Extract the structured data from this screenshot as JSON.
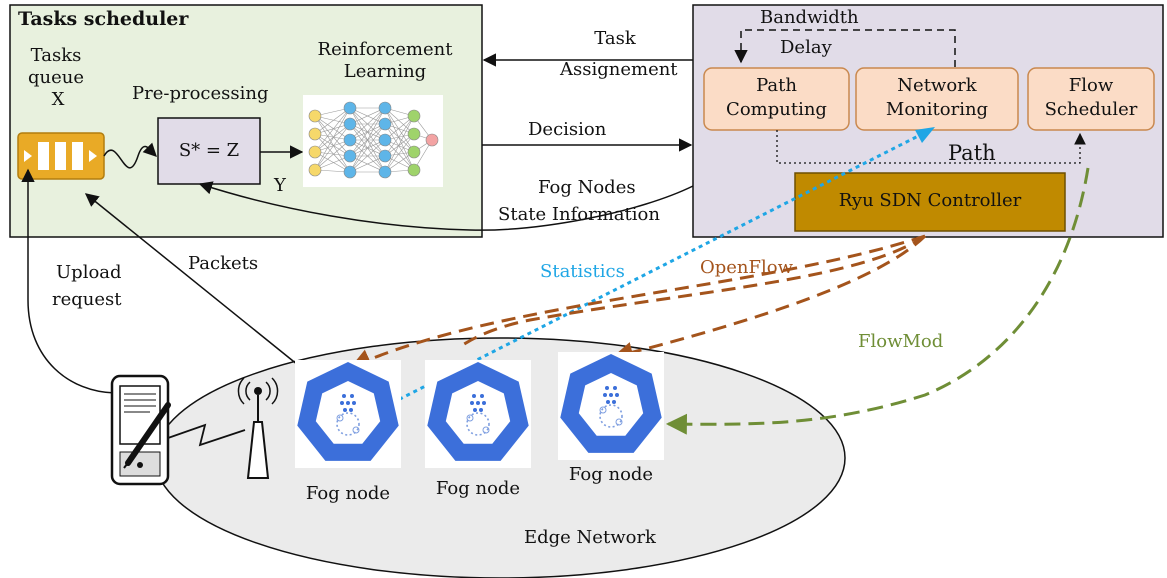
{
  "scheduler": {
    "title": "Tasks scheduler",
    "queue_label_line1": "Tasks",
    "queue_label_line2": "queue",
    "queue_var": "X",
    "preprocessing_label": "Pre-processing",
    "equation": "S* = Z",
    "y_label": "Y",
    "rl_label_line1": "Reinforcement",
    "rl_label_line2": "Learning"
  },
  "controller": {
    "bandwidth_label": "Bandwidth",
    "delay_label": "Delay",
    "path_computing_line1": "Path",
    "path_computing_line2": "Computing",
    "network_monitoring_line1": "Network",
    "network_monitoring_line2": "Monitoring",
    "flow_scheduler_line1": "Flow",
    "flow_scheduler_line2": "Scheduler",
    "path_label": "Path",
    "ryu_label": "Ryu SDN Controller"
  },
  "arrows": {
    "task_assignment_line1": "Task",
    "task_assignment_line2": "Assignement",
    "decision": "Decision",
    "fog_state_line1": "Fog Nodes",
    "fog_state_line2": "State Information",
    "upload_line1": "Upload",
    "upload_line2": "request",
    "packets": "Packets",
    "statistics": "Statistics",
    "openflow": "OpenFlow",
    "flowmod": "FlowMod"
  },
  "edge": {
    "fog_node_1": "Fog node",
    "fog_node_2": "Fog node",
    "fog_node_3": "Fog node",
    "network_label": "Edge Network"
  },
  "colors": {
    "scheduler_bg": "#e8f1de",
    "controller_bg": "#e1dce8",
    "module_bg": "#fbdcc6",
    "ryu_bg": "#c08a00",
    "edge_bg": "#ebebeb",
    "queue_bg": "#e9aa26",
    "statistics": "#1fa6e5",
    "openflow": "#a4541c",
    "flowmod": "#6f8e36",
    "fog_icon": "#3c6fda"
  }
}
